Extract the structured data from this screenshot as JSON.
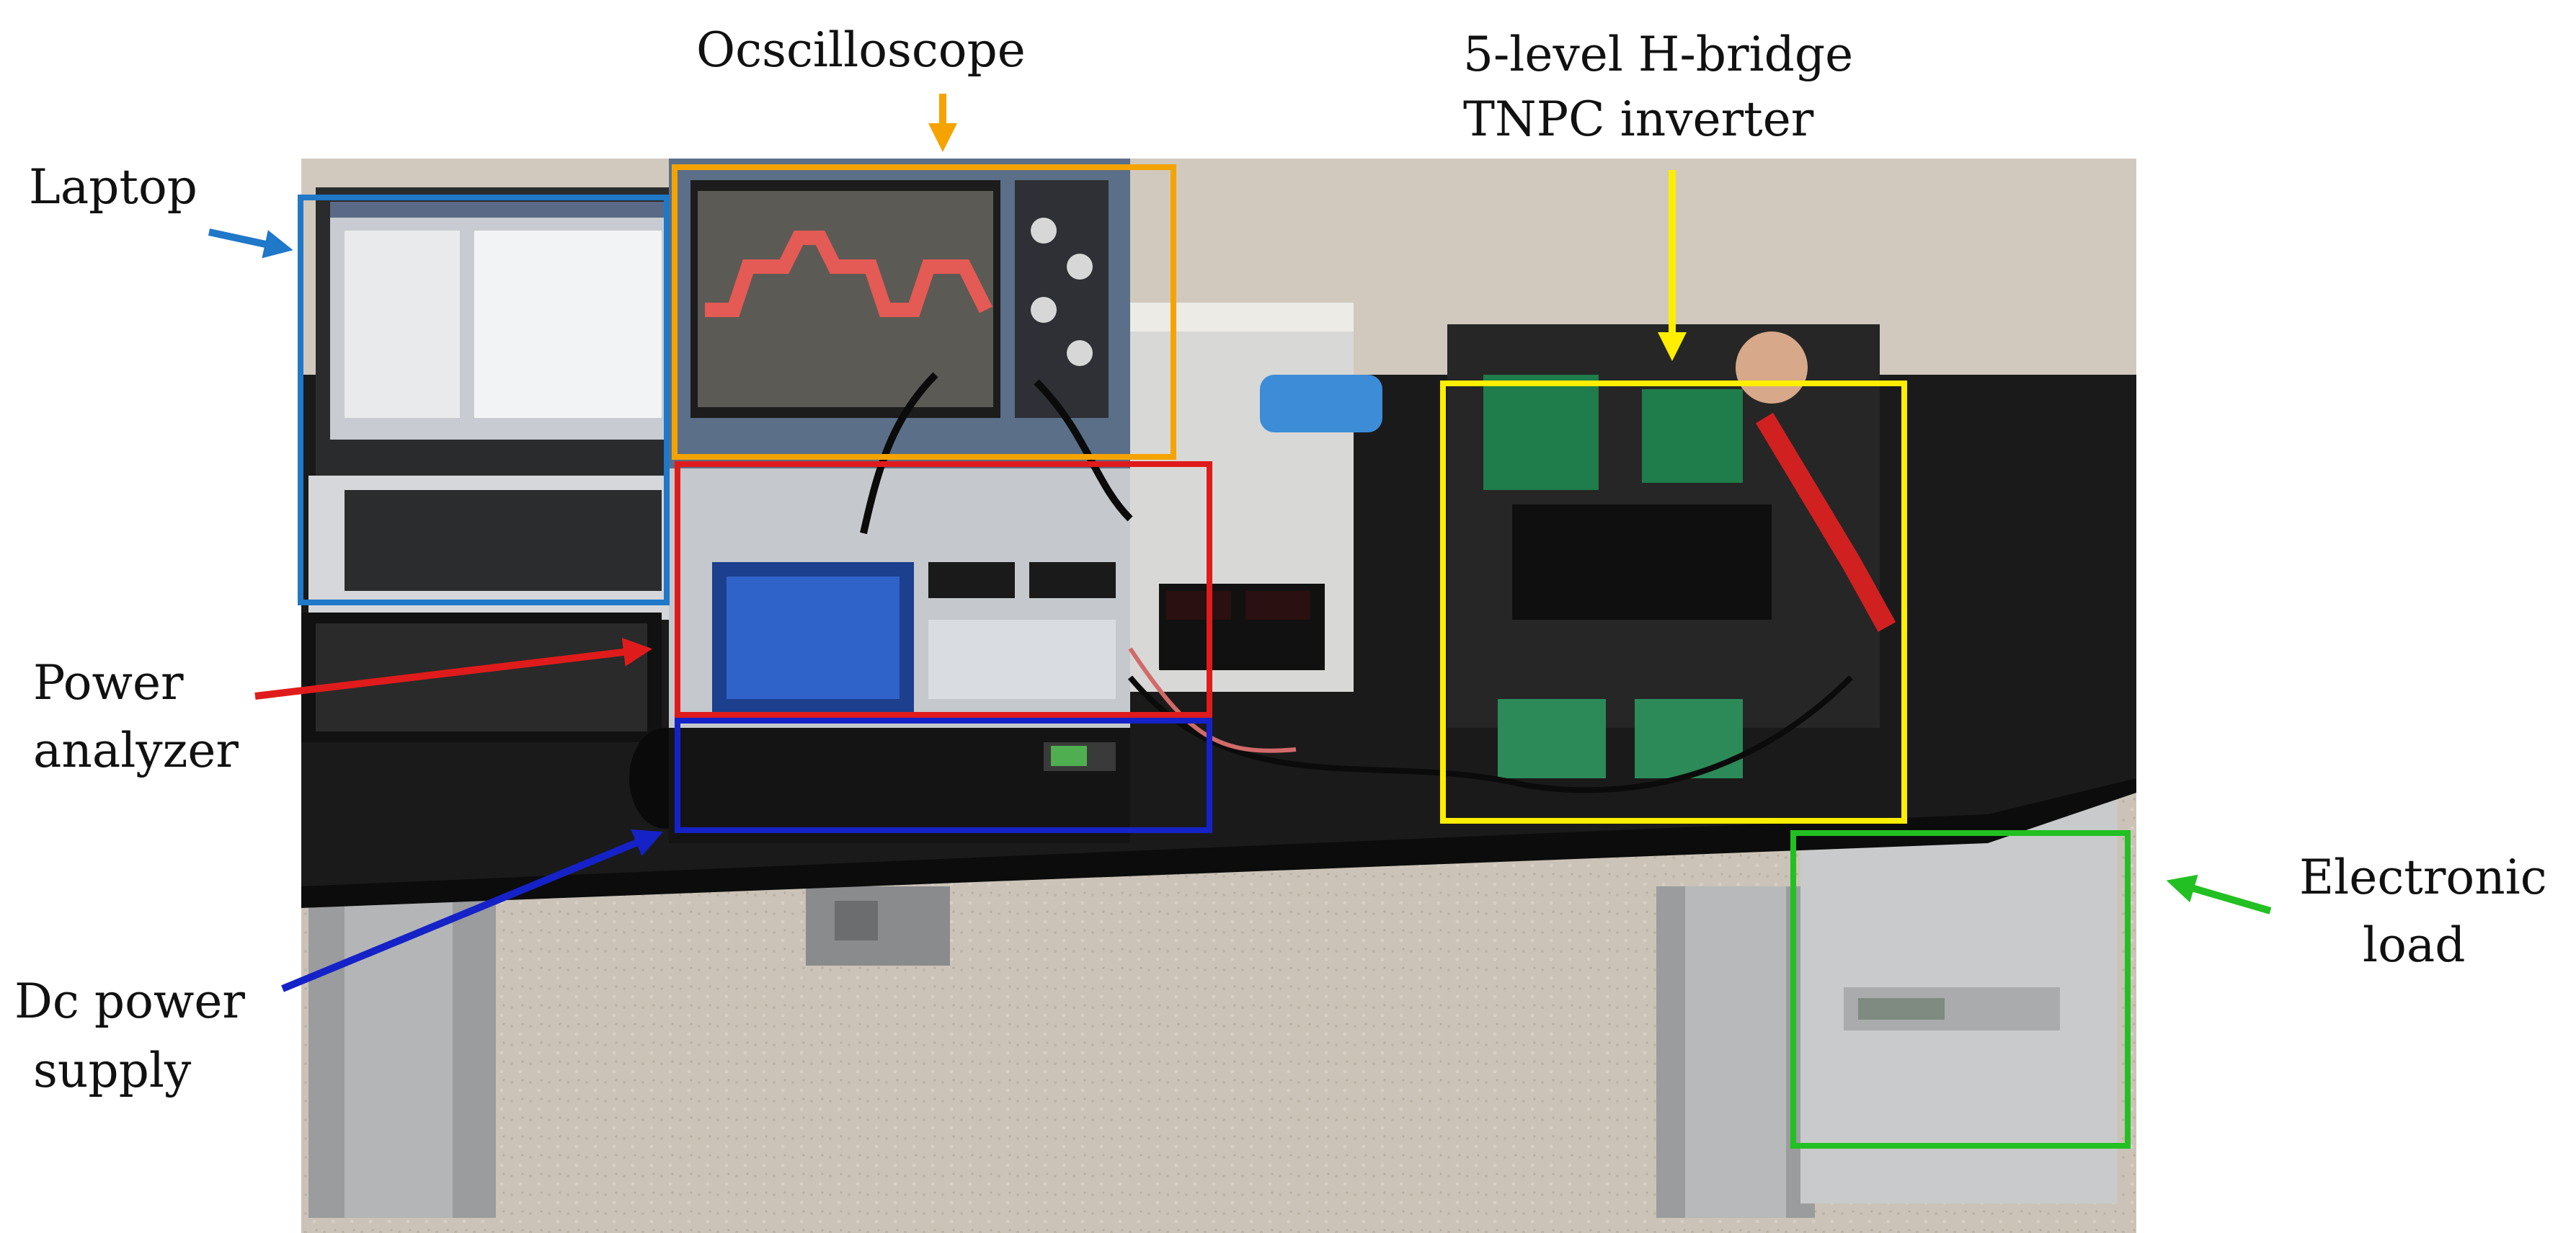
{
  "figure": {
    "labels": {
      "laptop": "Laptop",
      "oscilloscope": "Ocscilloscope",
      "inverter_line1": "5-level H-bridge",
      "inverter_line2": "TNPC inverter",
      "power_analyzer_line1": "Power",
      "power_analyzer_line2": "analyzer",
      "dc_supply_line1": "Dc power",
      "dc_supply_line2": "supply",
      "electronic_load_line1": "Electronic",
      "electronic_load_line2": "load"
    },
    "box_colors": {
      "laptop": "#1f78c8",
      "oscilloscope": "#f5a300",
      "power_analyzer": "#e01b1b",
      "dc_supply": "#1522c8",
      "inverter": "#ffee00",
      "electronic_load": "#22c022"
    },
    "arrow_colors": {
      "laptop": "#1f78c8",
      "oscilloscope": "#f5a300",
      "power_analyzer": "#e01b1b",
      "dc_supply": "#1522c8",
      "inverter": "#ffee00",
      "electronic_load": "#22c022"
    }
  }
}
